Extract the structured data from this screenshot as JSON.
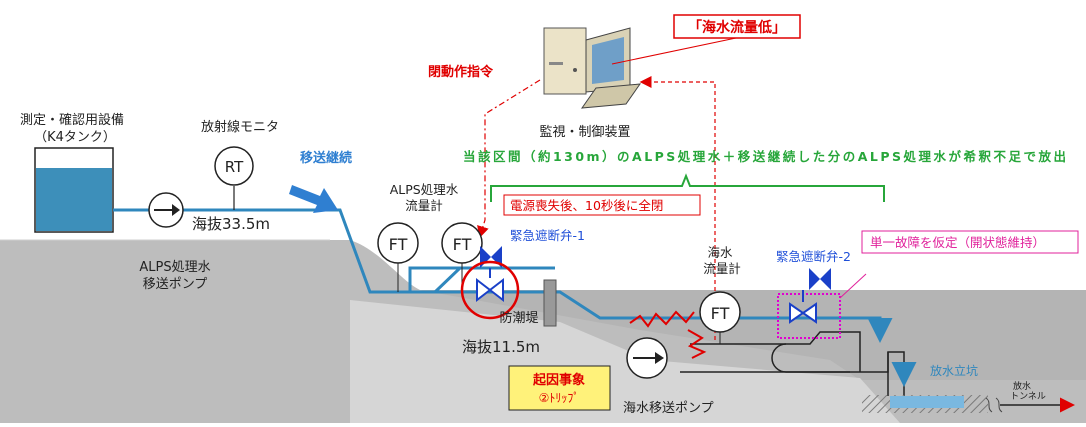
{
  "colors": {
    "pipe": "#2f87bd",
    "tank_water": "#3d8fba",
    "ground": "#b4b4b4",
    "ground_light": "#d2d2d2",
    "red": "#e00000",
    "green": "#27a63a",
    "blue_label": "#1f4fd8",
    "valve": "#1a40c8",
    "magenta": "#e0219b",
    "event_box": "#fff27a",
    "arrow_blue": "#2f7fd1"
  },
  "labels": {
    "alert_box": "「海水流量低」",
    "valve_command": "閉動作指令",
    "monitor_control": "監視・制御装置",
    "tank_title_1": "測定・確認用設備",
    "tank_title_2": "（K4タンク）",
    "radiation_monitor": "放射線モニタ",
    "rt": "RT",
    "transfer_continue": "移送継続",
    "green_note": "当該区間（約130m）のALPS処理水＋移送継続した分のALPS処理水が希釈不足で放出",
    "alps_flowmeter_1": "ALPS処理水",
    "alps_flowmeter_2": "流量計",
    "power_loss_note": "電源喪失後、10秒後に全閉",
    "valve1": "緊急遮断弁-1",
    "seawater_flowmeter_1": "海水",
    "seawater_flowmeter_2": "流量計",
    "valve2": "緊急遮断弁-2",
    "single_failure": "単一故障を仮定（開状態維持）",
    "ft": "FT",
    "elevation_high": "海抜33.5m",
    "alps_pump_1": "ALPS処理水",
    "alps_pump_2": "移送ポンプ",
    "seawall": "防潮堤",
    "elevation_low": "海抜11.5m",
    "event_title": "起因事象",
    "event_sub": "②ﾄﾘｯﾌﾟ",
    "seawater_pump": "海水移送ポンプ",
    "discharge_shaft": "放水立坑",
    "tunnel_1": "放水",
    "tunnel_2": "トンネル"
  },
  "icons": [
    "computer-icon",
    "pump-icon",
    "valve-icon",
    "flow-meter-icon",
    "radiation-monitor-icon",
    "spark-icon",
    "tank-icon"
  ]
}
